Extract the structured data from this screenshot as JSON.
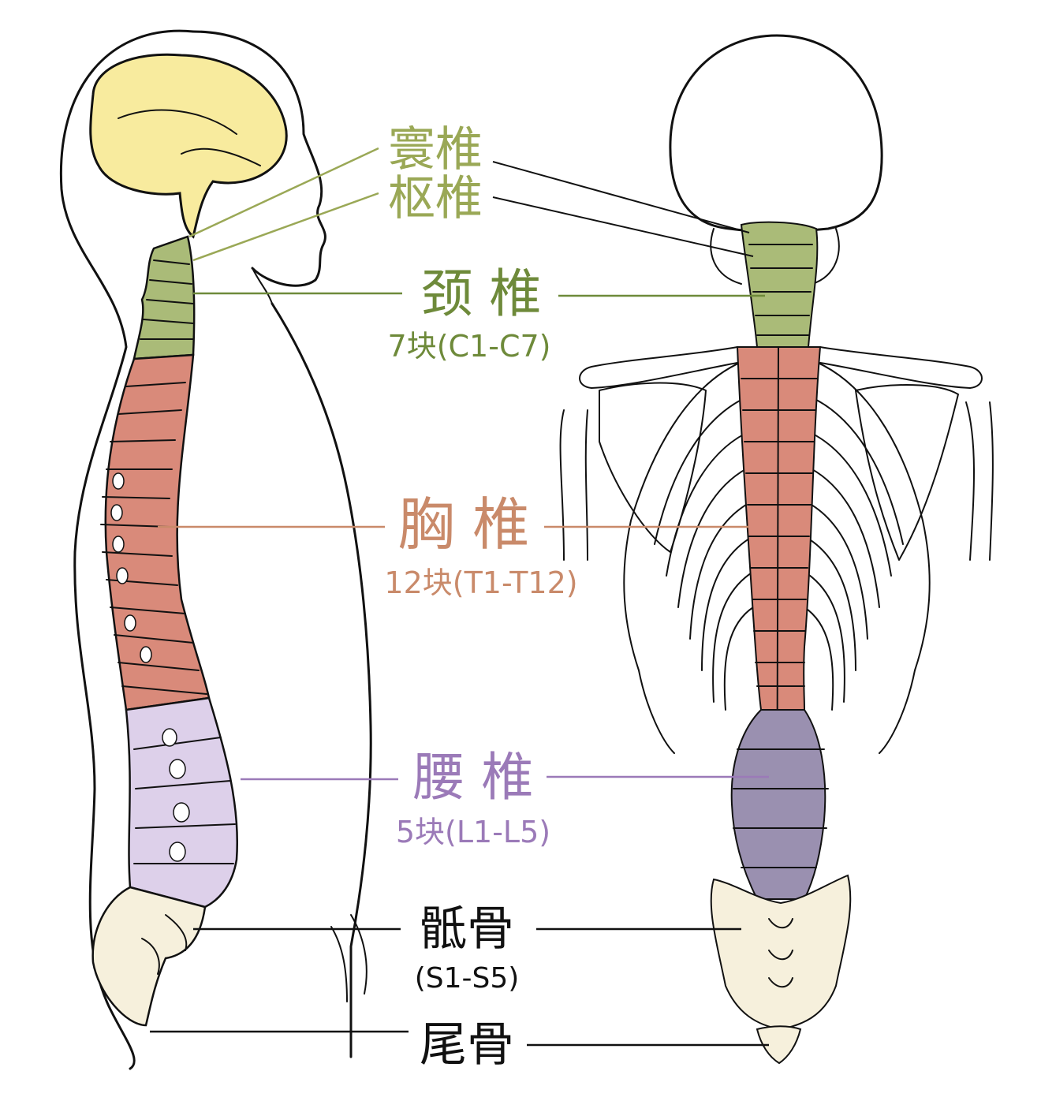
{
  "labels": {
    "atlas": "寰椎",
    "axis": "枢椎",
    "cervical": "颈 椎",
    "cervical_count": "7块(C1-C7)",
    "thoracic": "胸 椎",
    "thoracic_count": "12块(T1-T12)",
    "lumbar": "腰 椎",
    "lumbar_count": "5块(L1-L5)",
    "sacrum": "骶骨",
    "sacrum_range": "(S1-S5)",
    "coccyx": "尾骨"
  },
  "colors": {
    "cervical": "#aabb78",
    "cervical_text": "#6e8a3a",
    "cervical_line": "#9aa856",
    "thoracic": "#d98a7a",
    "thoracic_text": "#c98a6a",
    "lumbar": "#ddd0ea",
    "lumbar_back": "#9a90b0",
    "lumbar_text": "#9b7ab8",
    "brain": "#f8eb9e",
    "sacrum": "#f6f0dc",
    "outline": "#111111"
  }
}
